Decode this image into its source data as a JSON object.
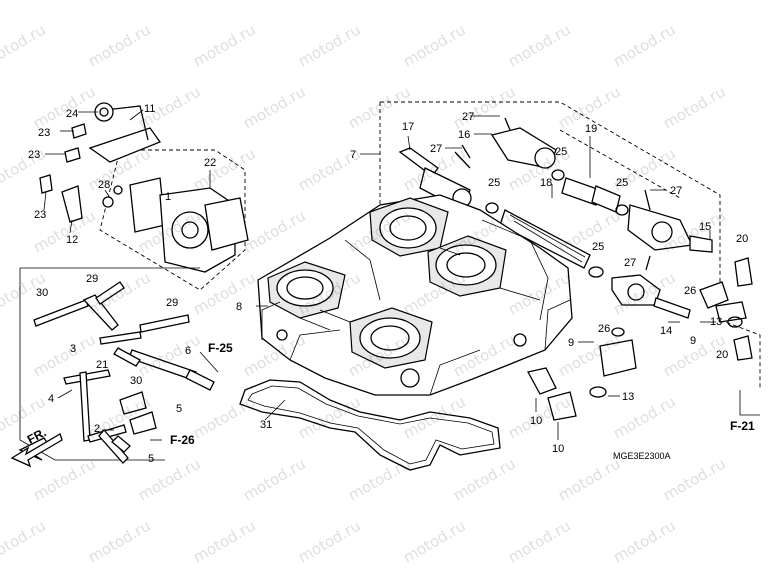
{
  "watermark": "motod.ru",
  "drawing_code": "MGE3E2300A",
  "direction_label": "FR.",
  "refs": [
    "F-25",
    "F-26",
    "F-21"
  ],
  "labels": [
    "24",
    "11",
    "23",
    "23",
    "22",
    "28",
    "1",
    "23",
    "12",
    "17",
    "27",
    "16",
    "27",
    "19",
    "7",
    "25",
    "18",
    "25",
    "27",
    "25",
    "15",
    "20",
    "25",
    "27",
    "30",
    "29",
    "8",
    "29",
    "26",
    "9",
    "13",
    "14",
    "3",
    "21",
    "6",
    "26",
    "9",
    "20",
    "13",
    "30",
    "5",
    "4",
    "2",
    "5",
    "31",
    "10",
    "10"
  ],
  "colors": {
    "line": "#000000",
    "background": "#ffffff",
    "watermark": "#000000"
  }
}
